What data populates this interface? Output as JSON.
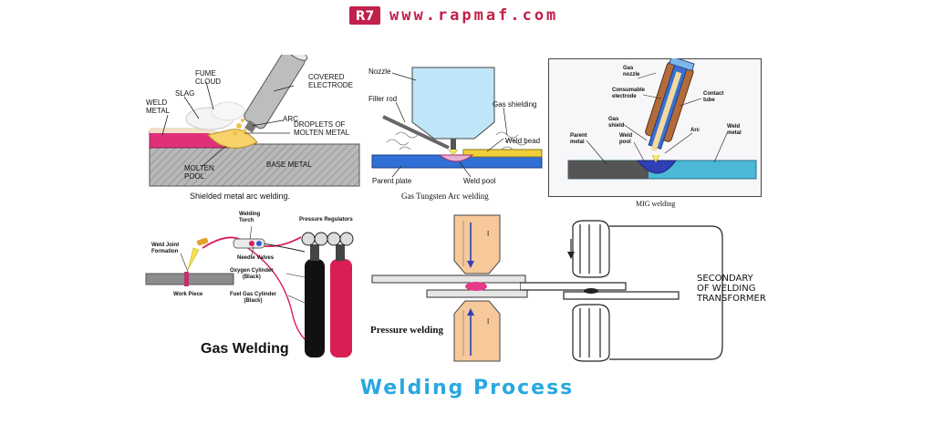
{
  "brand": {
    "url": "www.rapmaf.com",
    "logo_text": "R7"
  },
  "smaw": {
    "labels": {
      "fume_cloud": "FUME\nCLOUD",
      "covered_electrode": "COVERED\nELECTRODE",
      "slag": "SLAG",
      "weld_metal": "WELD\nMETAL",
      "arc": "ARC",
      "droplets": "DROPLETS OF\nMOLTEN METAL",
      "molten_pool": "MOLTEN\nPOOL",
      "base_metal": "BASE METAL"
    },
    "caption": "Shielded metal arc welding."
  },
  "gtaw": {
    "labels": {
      "nozzle": "Nozzle",
      "filler_rod": "Filler rod",
      "gas_shielding": "Gas shielding",
      "weld_bead": "Weld bead",
      "parent_plate": "Parent plate",
      "weld_pool": "Weld pool"
    },
    "caption": "Gas Tungsten Arc welding"
  },
  "mig": {
    "labels": {
      "gas_nozzle": "Gas\nnozzle",
      "consumable_electrode": "Consumable\nelectrode",
      "contact_tube": "Contact\ntube",
      "gas_shield": "Gas\nshield",
      "parent_metal": "Parent\nmetal",
      "weld_pool": "Weld\npool",
      "arc": "Arc",
      "weld_metal": "Weld\nmetal"
    },
    "caption": "MIG welding"
  },
  "gas": {
    "labels": {
      "welding_torch": "Welding\nTorch",
      "pressure_regulators": "Pressure Regulators",
      "weld_joint_formation": "Weld Joint\nFormation",
      "needle_valves": "Needle Valves",
      "oxygen_cylinder": "Oxygen Cylinder\n(Black)",
      "fuel_gas_cylinder": "Fuel Gas Cylinder\n(Black)",
      "work_piece": "Work Piece"
    },
    "caption": "Gas Welding"
  },
  "pressure": {
    "labels": {
      "force_top": "I",
      "force_bottom": "I"
    },
    "caption": "Pressure welding"
  },
  "transformer": {
    "label": "SECONDARY\nOF WELDING\nTRANSFORMER"
  },
  "title": "Welding Process",
  "colors": {
    "brand": "#c21f4a",
    "title": "#29a8e0",
    "weld_metal": "#e0307a",
    "base_metal": "#a8a8a8",
    "nozzle": "#bfe6f8",
    "gtaw_plate": "#2f6fd6",
    "gtaw_bead": "#f2cf3a",
    "mig_plate": "#4bb8d8",
    "oxygen_cylinder": "#111111",
    "fuel_cylinder": "#d81e52",
    "electrode_orange": "#f6c89a"
  }
}
